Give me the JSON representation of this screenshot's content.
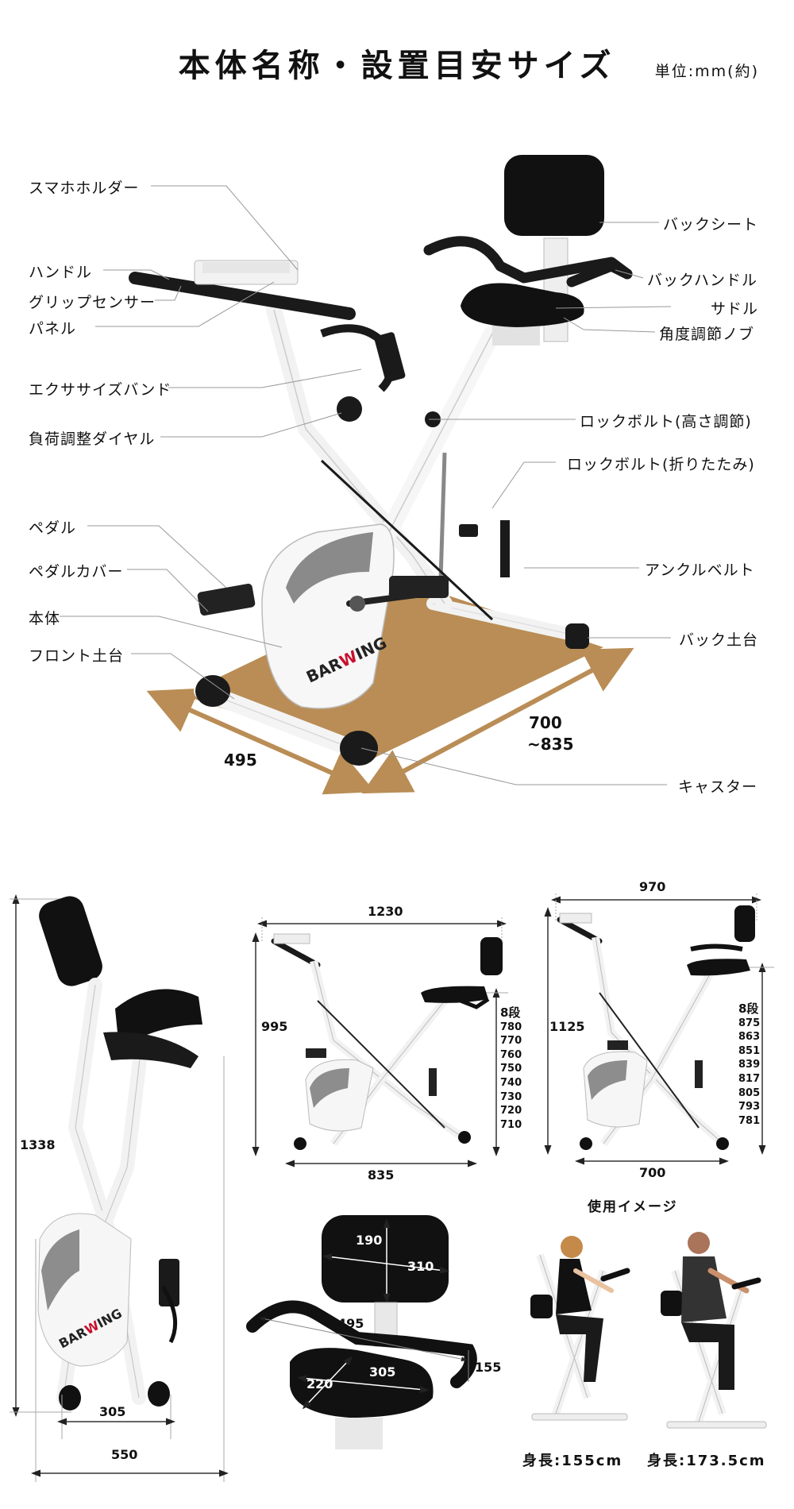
{
  "header": {
    "title": "本体名称・設置目安サイズ",
    "unit": "単位:mm(約)"
  },
  "parts_left": [
    "スマホホルダー",
    "ハンドル",
    "グリップセンサー",
    "パネル",
    "エクササイズバンド",
    "負荷調整ダイヤル",
    "ペダル",
    "ペダルカバー",
    "本体",
    "フロント土台"
  ],
  "parts_right": [
    "バックシート",
    "バックハンドル",
    "サドル",
    "角度調節ノブ",
    "ロックボルト(高さ調節)",
    "ロックボルト(折りたたみ)",
    "アンクルベルト",
    "バック土台",
    "キャスター"
  ],
  "footprint": {
    "width": "495",
    "depth_line1": "700",
    "depth_line2": "~835"
  },
  "brand": "BARWING",
  "side_view": {
    "height": "1338",
    "base_inner": "305",
    "base_outer": "550"
  },
  "unfolded_short": {
    "length": "1230",
    "height": "995",
    "base": "835",
    "steps_title": "8段",
    "steps": [
      "780",
      "770",
      "760",
      "750",
      "740",
      "730",
      "720",
      "710"
    ]
  },
  "unfolded_tall": {
    "length": "970",
    "height": "1125",
    "base": "700",
    "steps_title": "8段",
    "steps": [
      "875",
      "863",
      "851",
      "839",
      "817",
      "805",
      "793",
      "781"
    ]
  },
  "seat_detail": {
    "back_height": "190",
    "back_width": "310",
    "handle_span": "495",
    "handle_drop": "155",
    "seat_depth": "220",
    "seat_width": "305"
  },
  "usage": {
    "title": "使用イメージ",
    "height_1": "身長:155cm",
    "height_2": "身長:173.5cm"
  },
  "colors": {
    "floor": "#b98d55",
    "frame": "#f2f2f2",
    "black": "#1a1a1a",
    "accent": "#c8102e"
  }
}
